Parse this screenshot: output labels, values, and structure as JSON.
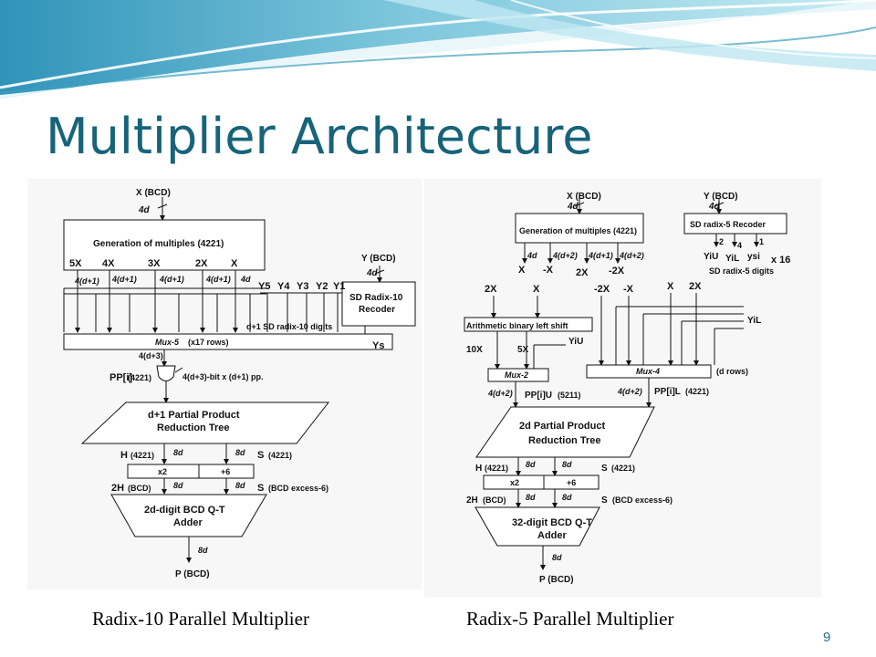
{
  "title": "Multiplier Architecture",
  "page_number": "9",
  "colors": {
    "title": "#17647a",
    "banner_light": "#dff3f8",
    "banner_mid": "#9fd6e6",
    "banner_dark": "#3f9fbf"
  },
  "left_diagram": {
    "caption": "Radix-10 Parallel Multiplier",
    "input_x": "X (BCD)",
    "width_4d": "4d",
    "gen_box": "Generation of multiples (4221)",
    "multiples": [
      "5X",
      "4X",
      "3X",
      "2X",
      "X"
    ],
    "mult_widths": [
      "4(d+1)",
      "4(d+1)",
      "4(d+1)",
      "4(d+1)",
      "4d"
    ],
    "input_y": "Y (BCD)",
    "y_width": "4d",
    "recoder": [
      "SD Radix-10",
      "Recoder"
    ],
    "y_digits": [
      "Y5",
      "Y4",
      "Y3",
      "Y2",
      "Y1"
    ],
    "digit_note": "d+1 SD radix-10 digits",
    "mux_label": "Mux-5",
    "mux_rows": "(x17 rows)",
    "ys": "Ys",
    "mux_out": "4(d+3)",
    "pp_label": "PP[i]",
    "pp_code": "(4221)",
    "pp_note": "4(d+3)-bit x (d+1) pp.",
    "tree": [
      "d+1 Partial Product",
      "Reduction Tree"
    ],
    "h_label": "H",
    "h_code": "(4221)",
    "s_label": "S",
    "s_code": "(4221)",
    "w8d": "8d",
    "x2": "x2",
    "plus6": "+6",
    "h2_label": "2H",
    "h2_code": "(BCD)",
    "s2_label": "S",
    "s2_code": "(BCD excess-6)",
    "adder": [
      "2d-digit BCD Q-T",
      "Adder"
    ],
    "p_label": "P (BCD)"
  },
  "right_diagram": {
    "caption": "Radix-5 Parallel Multiplier",
    "input_x": "X (BCD)",
    "width_4d": "4d",
    "gen_box": "Generation of multiples (4221)",
    "gen_widths": [
      "4d",
      "4(d+2)",
      "4(d+1)",
      "4(d+2)"
    ],
    "gen_outs": [
      "X",
      "-X",
      "2X",
      "-2X"
    ],
    "input_y": "Y (BCD)",
    "y_width": "4d",
    "recoder": "SD radix-5 Recoder",
    "rec_nums": [
      "2",
      "4",
      "1"
    ],
    "rec_outs": [
      "YiU",
      "YiL",
      "ysi"
    ],
    "times16": "x 16",
    "digit_note": "SD radix-5 digits",
    "shift_top": [
      "2X",
      "X"
    ],
    "mux4_top": [
      "-2X",
      "-X",
      "X",
      "2X"
    ],
    "shift_box": "Arithmetic binary left shift",
    "yil_side": "YiL",
    "x10": "10X",
    "x5": "5X",
    "yiu_side": "YiU",
    "mux2": "Mux-2",
    "mux4": "Mux-4",
    "d_rows": "(d rows)",
    "w42": "4(d+2)",
    "ppu": "PP[i]U",
    "ppu_code": "(5211)",
    "ppl": "PP[i]L",
    "ppl_code": "(4221)",
    "tree": [
      "2d Partial Product",
      "Reduction Tree"
    ],
    "h_label": "H",
    "h_code": "(4221)",
    "s_label": "S",
    "s_code": "(4221)",
    "w8d": "8d",
    "x2": "x2",
    "plus6": "+6",
    "h2_label": "2H",
    "h2_code": "(BCD)",
    "s2_label": "S",
    "s2_code": "(BCD excess-6)",
    "adder": [
      "32-digit BCD Q-T",
      "Adder"
    ],
    "w8d_out": "8d",
    "p_label": "P (BCD)"
  }
}
